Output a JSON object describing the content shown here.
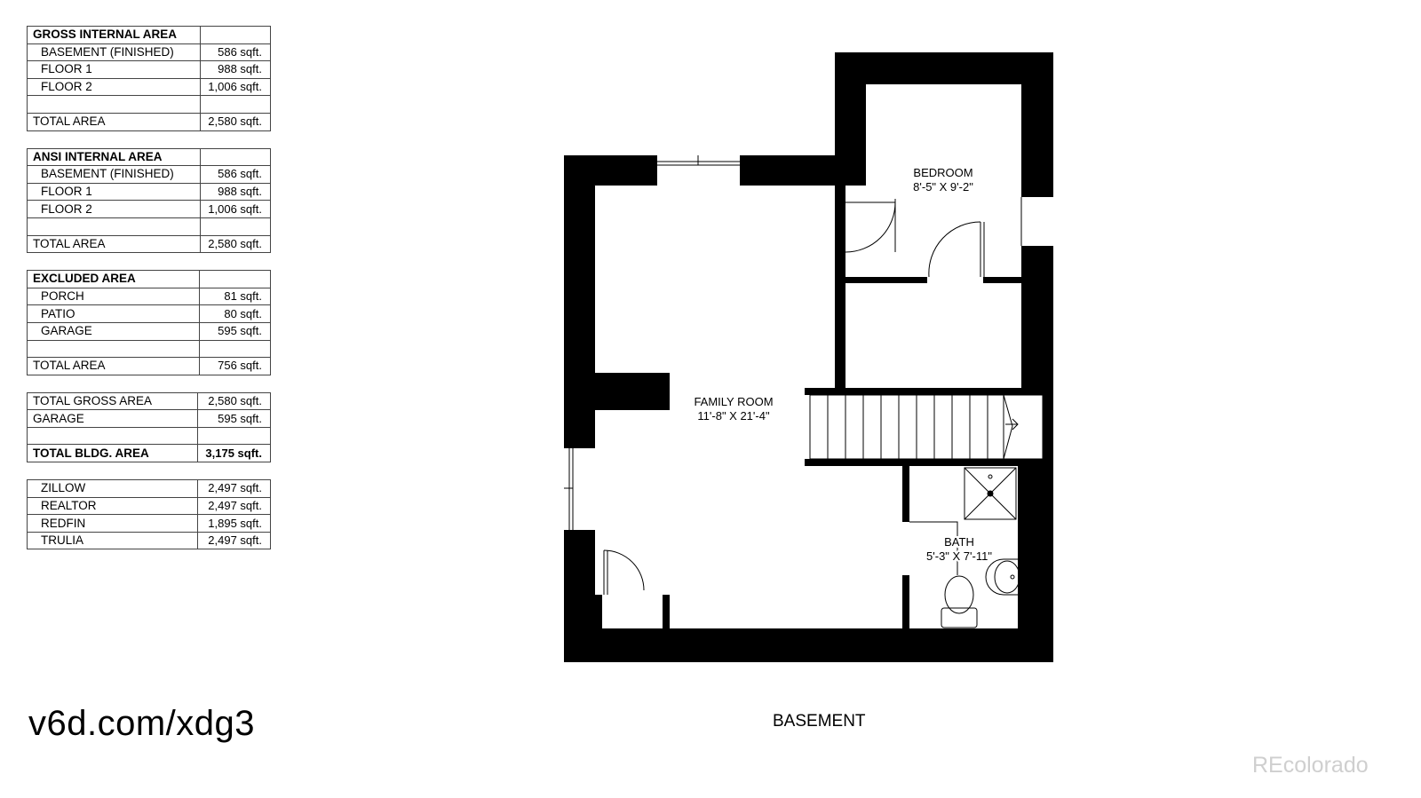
{
  "tables": [
    {
      "rows": [
        {
          "label": "GROSS INTERNAL AREA",
          "value": "",
          "style": "hdr"
        },
        {
          "label": "BASEMENT (FINISHED)",
          "value": "586 sqft.",
          "style": "indent"
        },
        {
          "label": "FLOOR 1",
          "value": "988 sqft.",
          "style": "indent"
        },
        {
          "label": "FLOOR 2",
          "value": "1,006 sqft.",
          "style": "indent"
        },
        {
          "label": "",
          "value": "",
          "style": ""
        },
        {
          "label": "TOTAL AREA",
          "value": "2,580 sqft.",
          "style": ""
        }
      ]
    },
    {
      "rows": [
        {
          "label": "ANSI INTERNAL AREA",
          "value": "",
          "style": "hdr"
        },
        {
          "label": "BASEMENT (FINISHED)",
          "value": "586 sqft.",
          "style": "indent"
        },
        {
          "label": "FLOOR 1",
          "value": "988 sqft.",
          "style": "indent"
        },
        {
          "label": "FLOOR 2",
          "value": "1,006 sqft.",
          "style": "indent"
        },
        {
          "label": "",
          "value": "",
          "style": ""
        },
        {
          "label": "TOTAL AREA",
          "value": "2,580 sqft.",
          "style": ""
        }
      ]
    },
    {
      "rows": [
        {
          "label": "EXCLUDED AREA",
          "value": "",
          "style": "hdr"
        },
        {
          "label": "PORCH",
          "value": "81 sqft.",
          "style": "indent"
        },
        {
          "label": "PATIO",
          "value": "80 sqft.",
          "style": "indent"
        },
        {
          "label": "GARAGE",
          "value": "595 sqft.",
          "style": "indent"
        },
        {
          "label": "",
          "value": "",
          "style": ""
        },
        {
          "label": "TOTAL AREA",
          "value": "756 sqft.",
          "style": ""
        }
      ]
    },
    {
      "rows": [
        {
          "label": "TOTAL GROSS AREA",
          "value": "2,580 sqft.",
          "style": ""
        },
        {
          "label": "GARAGE",
          "value": "595 sqft.",
          "style": ""
        },
        {
          "label": "",
          "value": "",
          "style": ""
        },
        {
          "label": "TOTAL BLDG. AREA",
          "value": "3,175 sqft.",
          "style": "bold"
        }
      ]
    },
    {
      "rows": [
        {
          "label": "ZILLOW",
          "value": "2,497 sqft.",
          "style": "indent"
        },
        {
          "label": "REALTOR",
          "value": "2,497 sqft.",
          "style": "indent"
        },
        {
          "label": "REDFIN",
          "value": "1,895 sqft.",
          "style": "indent"
        },
        {
          "label": "TRULIA",
          "value": "2,497 sqft.",
          "style": "indent"
        }
      ]
    }
  ],
  "plan": {
    "rooms": {
      "bedroom": {
        "name": "BEDROOM",
        "dims": "8'-5\" X 9'-2\""
      },
      "family_room": {
        "name": "FAMILY ROOM",
        "dims": "11'-8\" X 21'-4\""
      },
      "bath": {
        "name": "BATH",
        "dims": "5'-3\" X 7'-11\""
      }
    }
  },
  "floor_label": "BASEMENT",
  "url": "v6d.com/xdg3",
  "brand": "REcolorado"
}
